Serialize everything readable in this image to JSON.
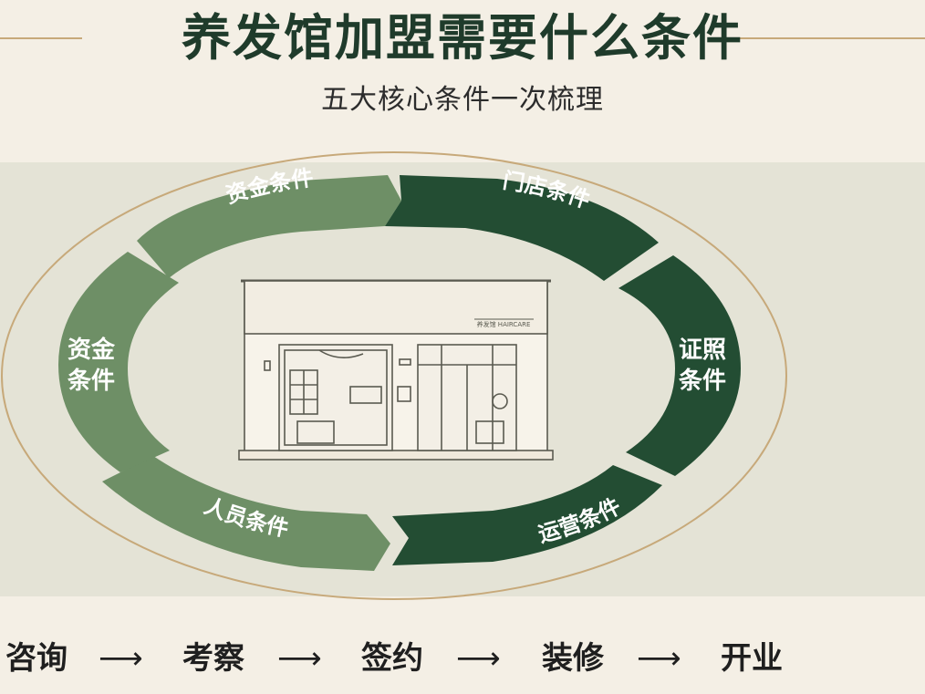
{
  "title": "养发馆加盟需要什么条件",
  "subtitle": "五大核心条件一次梳理",
  "segments": [
    {
      "label": "资金条件"
    },
    {
      "label": "门店条件"
    },
    {
      "label": "证照条件"
    },
    {
      "label": "运营条件"
    },
    {
      "label": "人员条件"
    },
    {
      "label": "资金条件"
    }
  ],
  "shop_sign": "养发馆 HAIRCARE",
  "flow": [
    "咨询",
    "考察",
    "签约",
    "装修",
    "开业"
  ],
  "flow_arrow": "⟶",
  "colors": {
    "background": "#f4efe5",
    "band": "#e4e3d6",
    "light_green": "#6e8f66",
    "dark_green": "#234d33",
    "gold": "#c7a97a",
    "title": "#1f3b2b"
  }
}
